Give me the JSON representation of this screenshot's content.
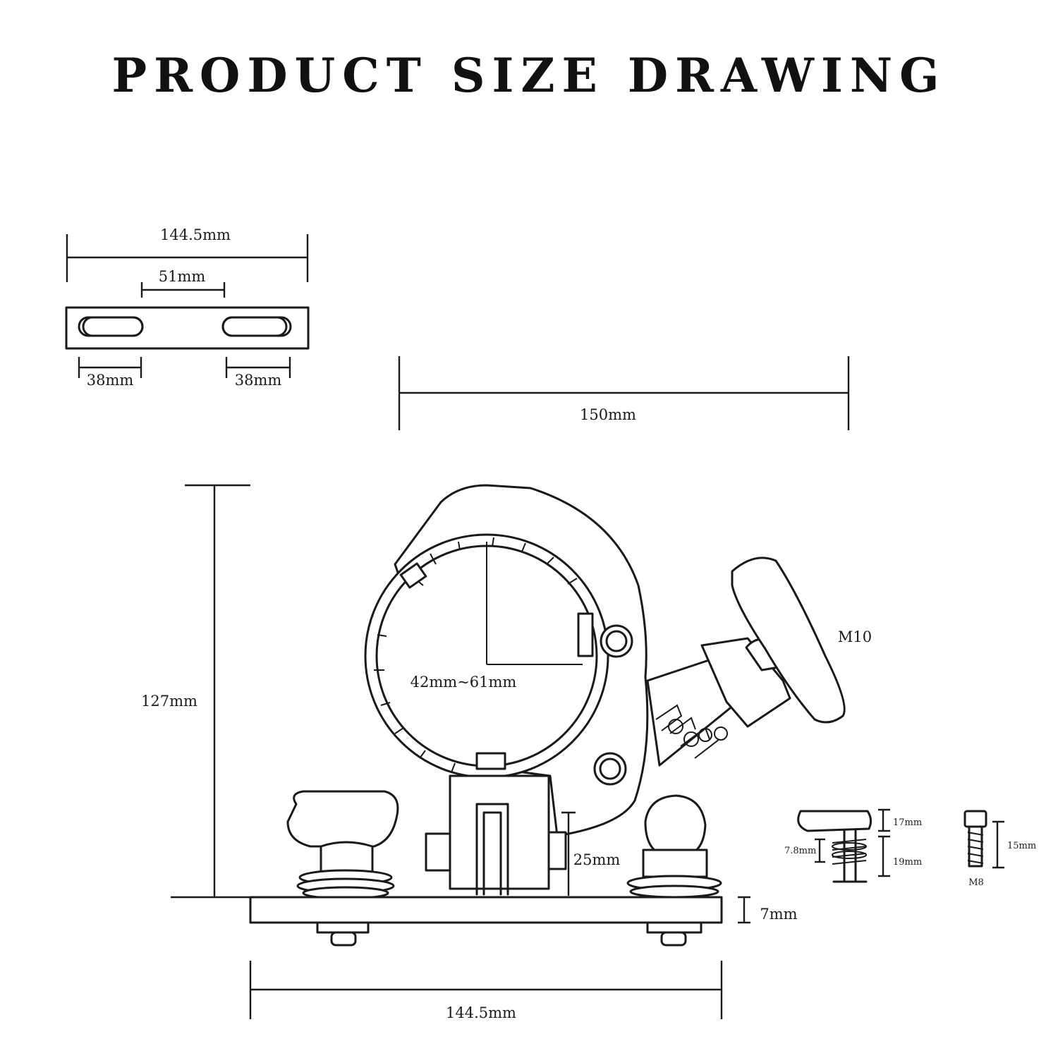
{
  "title": "PRODUCT SIZE DRAWING",
  "plate_view": {
    "overall_width": "144.5mm",
    "slot_spacing": "51mm",
    "left_slot_length": "38mm",
    "right_slot_length": "38mm"
  },
  "side_view": {
    "top_width": "150mm",
    "height": "127mm",
    "clamp_range": "42mm~61mm",
    "knob_thread": "M10",
    "post_height": "25mm",
    "plate_thickness": "7mm",
    "base_width": "144.5mm"
  },
  "knob_detail": {
    "head_height": "17mm",
    "spring_height": "7.8mm",
    "shaft_length": "19mm"
  },
  "bolt_detail": {
    "length": "15mm",
    "thread": "M8"
  }
}
